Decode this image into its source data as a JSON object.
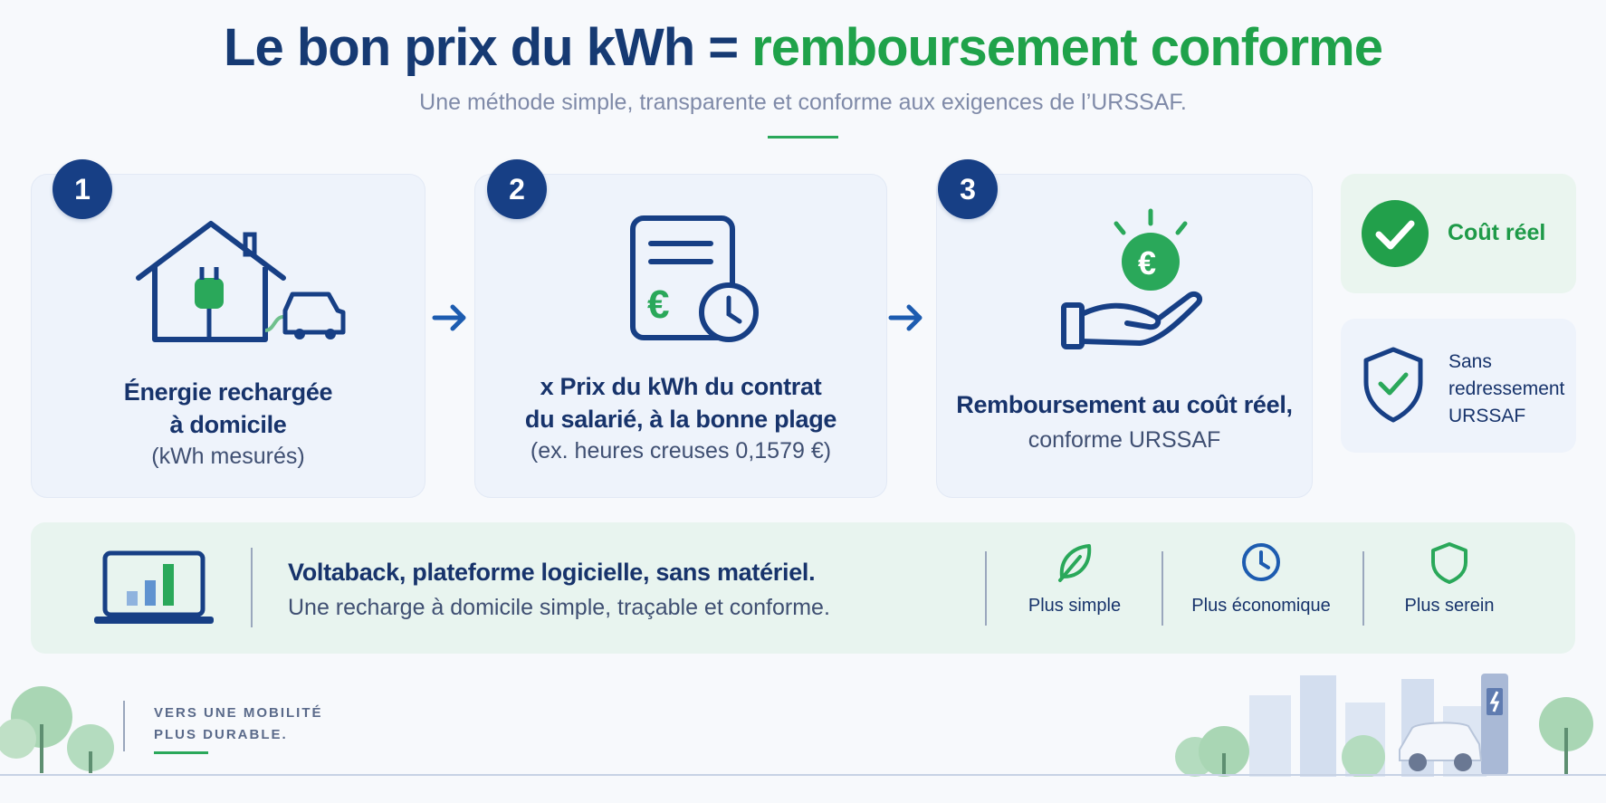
{
  "header": {
    "title_part1": "Le bon prix du kWh = ",
    "title_part2": "remboursement conforme",
    "subtitle": "Une méthode simple, transparente et conforme aux exigences de l’URSSAF."
  },
  "steps": [
    {
      "number": "1",
      "title_line1": "Énergie rechargée",
      "title_line2": "à domicile",
      "detail": "(kWh mesurés)",
      "icon": "house-charging-car-icon"
    },
    {
      "number": "2",
      "title_line1": "x Prix du kWh du contrat",
      "title_line2": "du salarié, à la bonne plage",
      "detail": "(ex. heures creuses 0,1579 €)",
      "icon": "invoice-euro-clock-icon"
    },
    {
      "number": "3",
      "title_line1": "Remboursement au coût réel,",
      "detail": "conforme URSSAF",
      "icon": "hand-euro-coin-icon"
    }
  ],
  "side_badges": [
    {
      "label": "Coût réel",
      "icon": "check-circle-icon"
    },
    {
      "label_line1": "Sans",
      "label_line2": "redressement",
      "label_line3": "URSSAF",
      "icon": "shield-check-icon"
    }
  ],
  "band": {
    "title": "Voltaback, plateforme logicielle, sans matériel.",
    "subtitle": "Une recharge à domicile simple, traçable et conforme.",
    "icon": "laptop-chart-icon",
    "benefits": [
      {
        "label": "Plus simple",
        "icon": "leaf-icon"
      },
      {
        "label": "Plus économique",
        "icon": "clock-icon"
      },
      {
        "label": "Plus serein",
        "icon": "shield-icon"
      }
    ]
  },
  "footer": {
    "line1": "VERS UNE MOBILITÉ",
    "line2": "PLUS DURABLE."
  },
  "colors": {
    "navy": "#173f85",
    "green": "#1fa24a",
    "card_bg": "#eef3fb",
    "band_bg": "#e8f4ef"
  }
}
